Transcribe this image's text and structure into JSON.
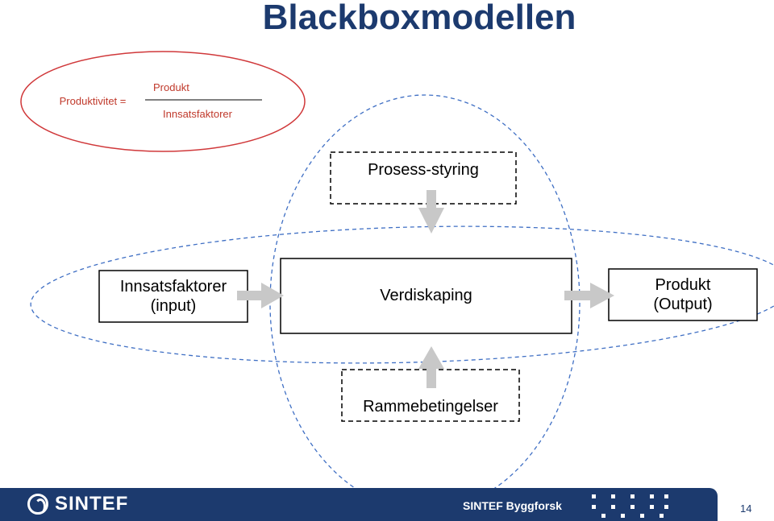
{
  "title": "Blackboxmodellen",
  "formula": {
    "lhs": "Produktivitet =",
    "numerator": "Produkt",
    "denominator": "Innsatsfaktorer"
  },
  "boxes": {
    "process_control": "Prosess-styring",
    "inputs_line1": "Innsatsfaktorer",
    "inputs_line2": "(input)",
    "value_creation": "Verdiskaping",
    "output_line1": "Produkt",
    "output_line2": "(Output)",
    "framework": "Rammebetingelser"
  },
  "footer": {
    "logo": "SINTEF",
    "organization": "SINTEF Byggforsk",
    "page_number": "14"
  },
  "colors": {
    "title": "#1c3a6e",
    "formula_ellipse": "#d0383a",
    "dashed_ellipse": "#3f6fc4",
    "arrow": "#c8c8c8",
    "footer": "#1c3a6e"
  }
}
